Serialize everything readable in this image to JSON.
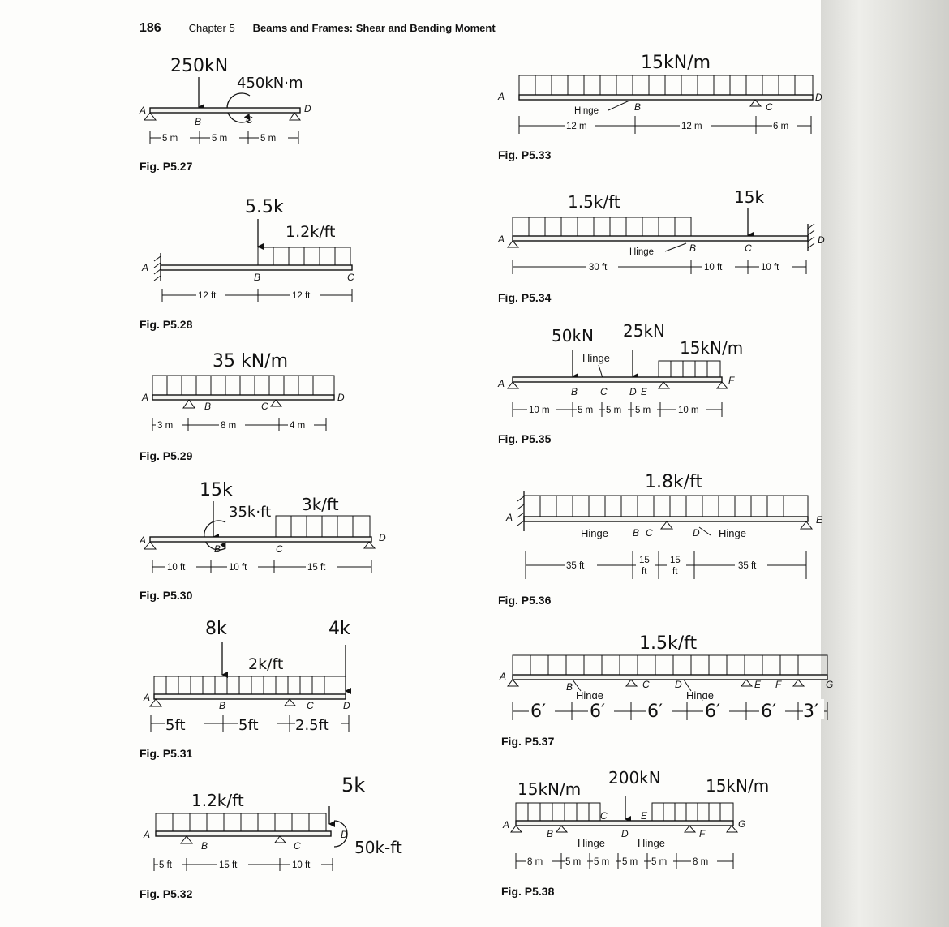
{
  "header": {
    "page_number": "186",
    "chapter": "Chapter 5",
    "title": "Beams and Frames: Shear and Bending Moment"
  },
  "figures": {
    "p527": {
      "caption": "Fig. P5.27",
      "loads": [
        "250kN",
        "450kN·m"
      ],
      "labels": [
        "A",
        "B",
        "C",
        "D"
      ],
      "dims": [
        "5 m",
        "5 m",
        "5 m"
      ]
    },
    "p528": {
      "caption": "Fig. P5.28",
      "loads": [
        "5.5k",
        "1.2k/ft"
      ],
      "labels": [
        "A",
        "B",
        "C"
      ],
      "dims": [
        "12 ft",
        "12 ft"
      ]
    },
    "p529": {
      "caption": "Fig. P5.29",
      "loads": [
        "35 kN/m"
      ],
      "labels": [
        "A",
        "B",
        "C",
        "D"
      ],
      "dims": [
        "3 m",
        "8 m",
        "4 m"
      ]
    },
    "p530": {
      "caption": "Fig. P5.30",
      "loads": [
        "15k",
        "35k·ft",
        "3k/ft"
      ],
      "labels": [
        "A",
        "B",
        "C",
        "D"
      ],
      "dims": [
        "10 ft",
        "10 ft",
        "15 ft"
      ]
    },
    "p531": {
      "caption": "Fig. P5.31",
      "loads": [
        "8k",
        "4k",
        "2k/ft"
      ],
      "labels": [
        "A",
        "B",
        "C",
        "D"
      ],
      "dims": [
        "5ft",
        "5ft",
        "2.5ft"
      ]
    },
    "p532": {
      "caption": "Fig. P5.32",
      "loads": [
        "1.2k/ft",
        "5k",
        "50k-ft"
      ],
      "labels": [
        "A",
        "B",
        "C",
        "D"
      ],
      "dims": [
        "5 ft",
        "15 ft",
        "10 ft"
      ]
    },
    "p533": {
      "caption": "Fig. P5.33",
      "loads": [
        "15kN/m"
      ],
      "labels": [
        "A",
        "B",
        "C",
        "D"
      ],
      "hinge": "Hinge",
      "dims": [
        "12 m",
        "12 m",
        "6 m"
      ]
    },
    "p534": {
      "caption": "Fig. P5.34",
      "loads": [
        "1.5k/ft",
        "15k"
      ],
      "labels": [
        "A",
        "B",
        "C",
        "D"
      ],
      "hinge": "Hinge",
      "dims": [
        "30 ft",
        "10 ft",
        "10 ft"
      ]
    },
    "p535": {
      "caption": "Fig. P5.35",
      "loads": [
        "50kN",
        "25kN",
        "15kN/m"
      ],
      "labels": [
        "A",
        "B",
        "C",
        "D",
        "E",
        "F"
      ],
      "hinge": "Hinge",
      "dims": [
        "10 m",
        "5 m",
        "5 m",
        "5 m",
        "10 m"
      ]
    },
    "p536": {
      "caption": "Fig. P5.36",
      "loads": [
        "1.8k/ft"
      ],
      "labels": [
        "A",
        "B",
        "C",
        "D",
        "E"
      ],
      "hinge": "Hinge",
      "dims": [
        "35 ft",
        "15",
        "ft",
        "15",
        "ft",
        "35 ft"
      ]
    },
    "p537": {
      "caption": "Fig. P5.37",
      "loads": [
        "1.5k/ft"
      ],
      "labels": [
        "A",
        "B",
        "C",
        "D",
        "E",
        "F",
        "G"
      ],
      "hinge": "Hinge",
      "dims": [
        "6′",
        "6′",
        "6′",
        "6′",
        "6′",
        "3′"
      ]
    },
    "p538": {
      "caption": "Fig. P5.38",
      "loads": [
        "15kN/m",
        "200kN",
        "15kN/m"
      ],
      "labels": [
        "A",
        "B",
        "C",
        "D",
        "E",
        "F",
        "G"
      ],
      "hinge": "Hinge",
      "dims": [
        "8 m",
        "5 m",
        "5 m",
        "5 m",
        "5 m",
        "8 m"
      ]
    }
  }
}
